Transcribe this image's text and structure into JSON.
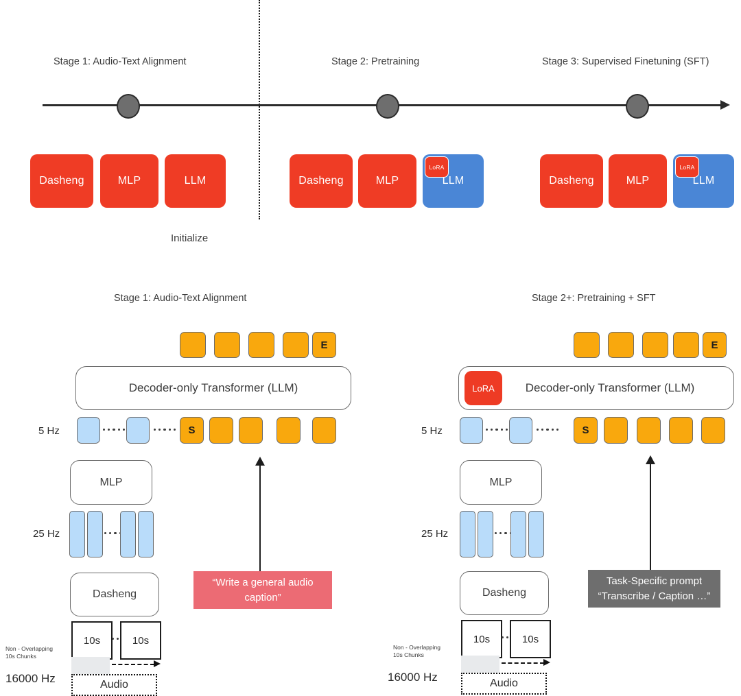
{
  "timeline": {
    "stages": [
      {
        "id": "stage1",
        "label": "Stage 1: Audio-Text Alignment"
      },
      {
        "id": "stage2",
        "label": "Stage 2: Pretraining"
      },
      {
        "id": "stage3",
        "label": "Stage 3: Supervised Finetuning (SFT)"
      }
    ],
    "initialize_label": "Initialize"
  },
  "stage_modules": {
    "stage1": [
      {
        "label": "Dasheng",
        "color": "#ef3c25",
        "state": "trainable"
      },
      {
        "label": "MLP",
        "color": "#ef3c25",
        "state": "trainable"
      },
      {
        "label": "LLM",
        "color": "#ef3c25",
        "state": "trainable"
      }
    ],
    "stage2": [
      {
        "label": "Dasheng",
        "color": "#ef3c25",
        "state": "trainable"
      },
      {
        "label": "MLP",
        "color": "#ef3c25",
        "state": "trainable"
      },
      {
        "label": "LLM",
        "color": "#4a86d6",
        "state": "frozen",
        "badge": "LoRA"
      }
    ],
    "stage3": [
      {
        "label": "Dasheng",
        "color": "#ef3c25",
        "state": "trainable"
      },
      {
        "label": "MLP",
        "color": "#ef3c25",
        "state": "trainable"
      },
      {
        "label": "LLM",
        "color": "#4a86d6",
        "state": "frozen",
        "badge": "LoRA"
      }
    ]
  },
  "panels": {
    "left": {
      "title": "Stage 1: Audio-Text Alignment",
      "output_tokens": [
        "",
        "",
        "",
        "",
        "E"
      ],
      "llm_label": "Decoder-only Transformer (LLM)",
      "lora_label": "",
      "input_rate": "5 Hz",
      "input_audio_tokens": [
        "",
        ""
      ],
      "input_text_tokens": [
        "S",
        "",
        "",
        "",
        ""
      ],
      "mlp_label": "MLP",
      "feature_rate": "25 Hz",
      "encoder_label": "Dasheng",
      "chunk_labels": [
        "10s",
        "10s"
      ],
      "chunk_note": "Non - Overlapping\n10s Chunks",
      "sample_rate": "16000 Hz",
      "audio_label": "Audio",
      "prompt_text": "“Write a general audio caption”",
      "prompt_color": "#ec6b74"
    },
    "right": {
      "title": "Stage 2+: Pretraining + SFT",
      "output_tokens": [
        "",
        "",
        "",
        "",
        "E"
      ],
      "llm_label": "Decoder-only Transformer (LLM)",
      "lora_label": "LoRA",
      "input_rate": "5 Hz",
      "input_audio_tokens": [
        "",
        ""
      ],
      "input_text_tokens": [
        "S",
        "",
        "",
        "",
        ""
      ],
      "mlp_label": "MLP",
      "feature_rate": "25 Hz",
      "encoder_label": "Dasheng",
      "chunk_labels": [
        "10s",
        "10s"
      ],
      "chunk_note": "Non - Overlapping\n10s Chunks",
      "sample_rate": "16000 Hz",
      "audio_label": "Audio",
      "prompt_line1": "Task-Specific prompt",
      "prompt_line2": "“Transcribe / Caption …”",
      "prompt_color": "#6e6e6e"
    }
  },
  "colors": {
    "trainable_red": "#ef3c25",
    "frozen_blue": "#4a86d6",
    "token_orange": "#f9a80d",
    "feature_blue": "#b9dcfa",
    "prompt_pink": "#ec6b74",
    "prompt_gray": "#6e6e6e",
    "line_dark": "#1d1d1d"
  }
}
